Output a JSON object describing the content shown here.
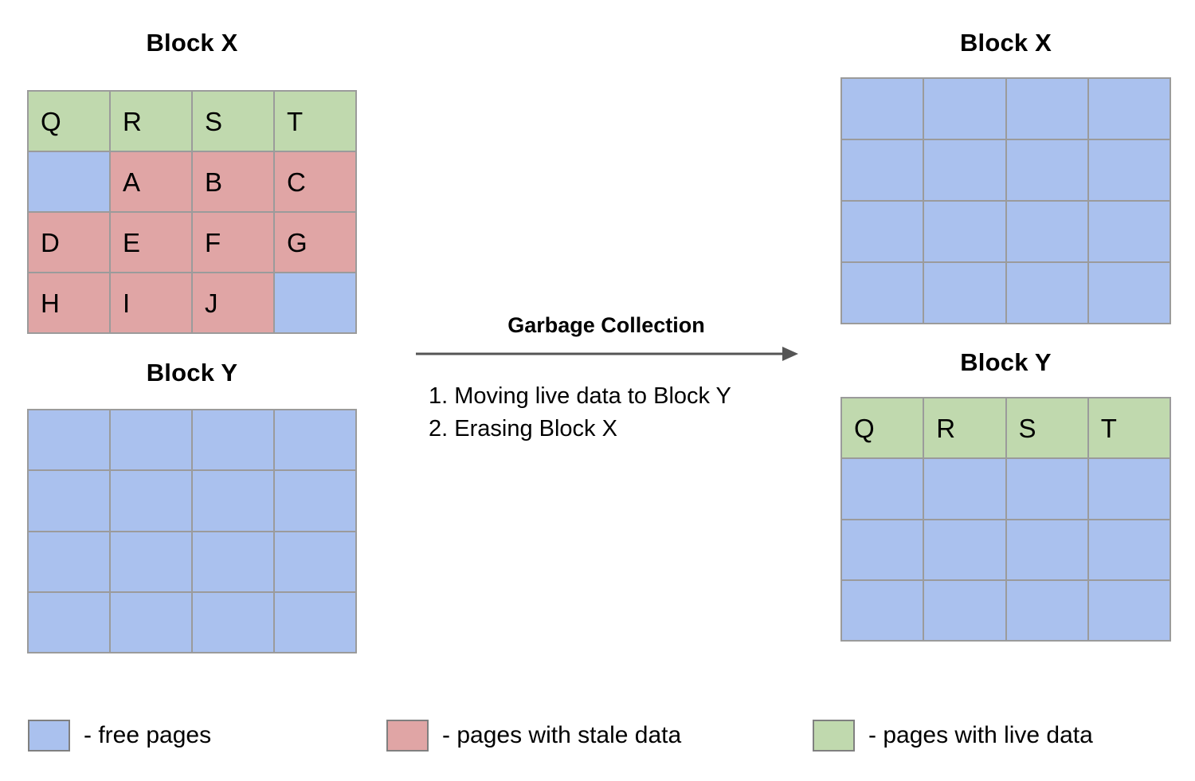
{
  "diagram": {
    "title_left_top": "Block X",
    "title_left_bottom": "Block Y",
    "title_right_top": "Block X",
    "title_right_bottom": "Block Y",
    "process_label": "Garbage Collection",
    "step_1": "1. Moving live data to Block Y",
    "step_2": "2. Erasing Block X",
    "arrow_icon": "right-arrow-icon"
  },
  "colors": {
    "free": "#aac1ee",
    "stale": "#e0a5a5",
    "live": "#c0d9ae",
    "border": "#9b9b9b",
    "arrow": "#555555",
    "text": "#000000",
    "background": "#ffffff"
  },
  "blocks": {
    "before_block_x": {
      "name": "Block X",
      "rows": 4,
      "cols": 4,
      "cells": [
        {
          "label": "Q",
          "state": "live"
        },
        {
          "label": "R",
          "state": "live"
        },
        {
          "label": "S",
          "state": "live"
        },
        {
          "label": "T",
          "state": "live"
        },
        {
          "label": "",
          "state": "free"
        },
        {
          "label": "A",
          "state": "stale"
        },
        {
          "label": "B",
          "state": "stale"
        },
        {
          "label": "C",
          "state": "stale"
        },
        {
          "label": "D",
          "state": "stale"
        },
        {
          "label": "E",
          "state": "stale"
        },
        {
          "label": "F",
          "state": "stale"
        },
        {
          "label": "G",
          "state": "stale"
        },
        {
          "label": "H",
          "state": "stale"
        },
        {
          "label": "I",
          "state": "stale"
        },
        {
          "label": "J",
          "state": "stale"
        },
        {
          "label": "",
          "state": "free"
        }
      ]
    },
    "before_block_y": {
      "name": "Block Y",
      "rows": 4,
      "cols": 4,
      "cells": [
        {
          "label": "",
          "state": "free"
        },
        {
          "label": "",
          "state": "free"
        },
        {
          "label": "",
          "state": "free"
        },
        {
          "label": "",
          "state": "free"
        },
        {
          "label": "",
          "state": "free"
        },
        {
          "label": "",
          "state": "free"
        },
        {
          "label": "",
          "state": "free"
        },
        {
          "label": "",
          "state": "free"
        },
        {
          "label": "",
          "state": "free"
        },
        {
          "label": "",
          "state": "free"
        },
        {
          "label": "",
          "state": "free"
        },
        {
          "label": "",
          "state": "free"
        },
        {
          "label": "",
          "state": "free"
        },
        {
          "label": "",
          "state": "free"
        },
        {
          "label": "",
          "state": "free"
        },
        {
          "label": "",
          "state": "free"
        }
      ]
    },
    "after_block_x": {
      "name": "Block X",
      "rows": 4,
      "cols": 4,
      "cells": [
        {
          "label": "",
          "state": "free"
        },
        {
          "label": "",
          "state": "free"
        },
        {
          "label": "",
          "state": "free"
        },
        {
          "label": "",
          "state": "free"
        },
        {
          "label": "",
          "state": "free"
        },
        {
          "label": "",
          "state": "free"
        },
        {
          "label": "",
          "state": "free"
        },
        {
          "label": "",
          "state": "free"
        },
        {
          "label": "",
          "state": "free"
        },
        {
          "label": "",
          "state": "free"
        },
        {
          "label": "",
          "state": "free"
        },
        {
          "label": "",
          "state": "free"
        },
        {
          "label": "",
          "state": "free"
        },
        {
          "label": "",
          "state": "free"
        },
        {
          "label": "",
          "state": "free"
        },
        {
          "label": "",
          "state": "free"
        }
      ]
    },
    "after_block_y": {
      "name": "Block Y",
      "rows": 4,
      "cols": 4,
      "cells": [
        {
          "label": "Q",
          "state": "live"
        },
        {
          "label": "R",
          "state": "live"
        },
        {
          "label": "S",
          "state": "live"
        },
        {
          "label": "T",
          "state": "live"
        },
        {
          "label": "",
          "state": "free"
        },
        {
          "label": "",
          "state": "free"
        },
        {
          "label": "",
          "state": "free"
        },
        {
          "label": "",
          "state": "free"
        },
        {
          "label": "",
          "state": "free"
        },
        {
          "label": "",
          "state": "free"
        },
        {
          "label": "",
          "state": "free"
        },
        {
          "label": "",
          "state": "free"
        },
        {
          "label": "",
          "state": "free"
        },
        {
          "label": "",
          "state": "free"
        },
        {
          "label": "",
          "state": "free"
        },
        {
          "label": "",
          "state": "free"
        }
      ]
    }
  },
  "legend": [
    {
      "state": "free",
      "swatch_name": "legend-swatch-free",
      "text": "- free pages"
    },
    {
      "state": "stale",
      "swatch_name": "legend-swatch-stale",
      "text": "- pages with stale data"
    },
    {
      "state": "live",
      "swatch_name": "legend-swatch-live",
      "text": "- pages with live data"
    }
  ]
}
